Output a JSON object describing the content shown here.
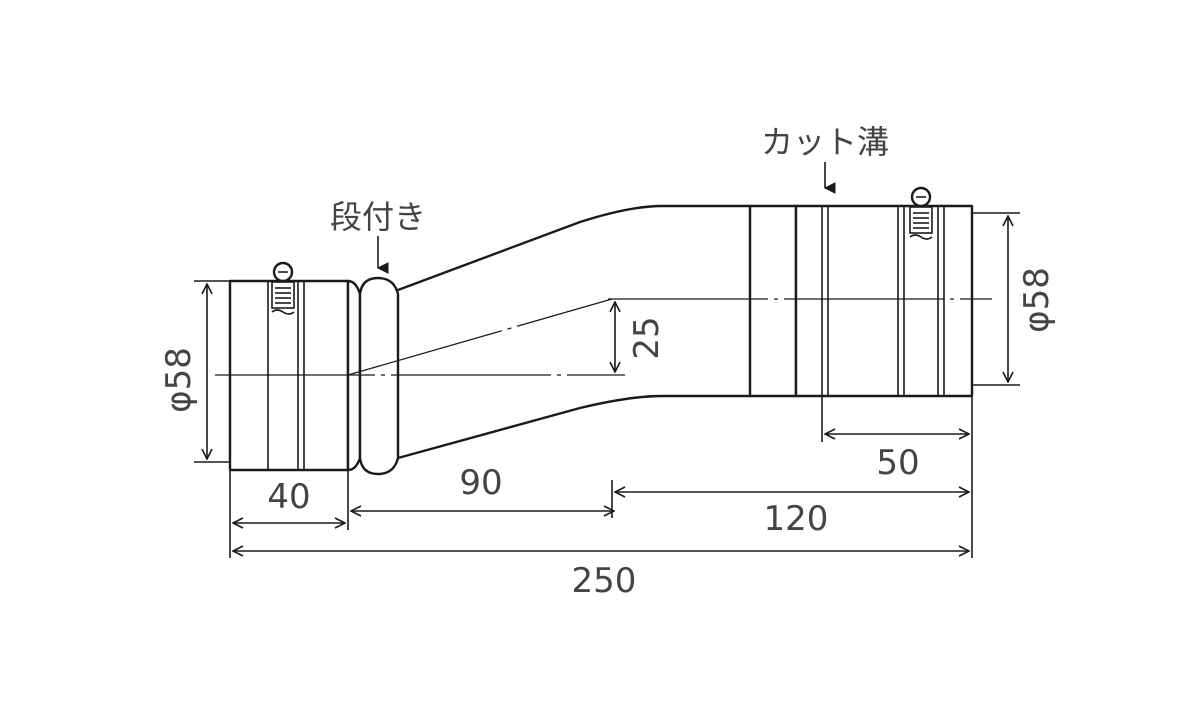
{
  "labels": {
    "step_label": "段付き",
    "cut_groove_label": "カット溝"
  },
  "dimensions": {
    "left_diameter": "φ58",
    "right_diameter": "φ58",
    "offset": "25",
    "left_length": "40",
    "middle_length": "90",
    "right_length": "120",
    "cut_length": "50",
    "total_length": "250"
  },
  "colors": {
    "line": "#1a1a1a",
    "text": "#444444",
    "background": "#ffffff"
  }
}
